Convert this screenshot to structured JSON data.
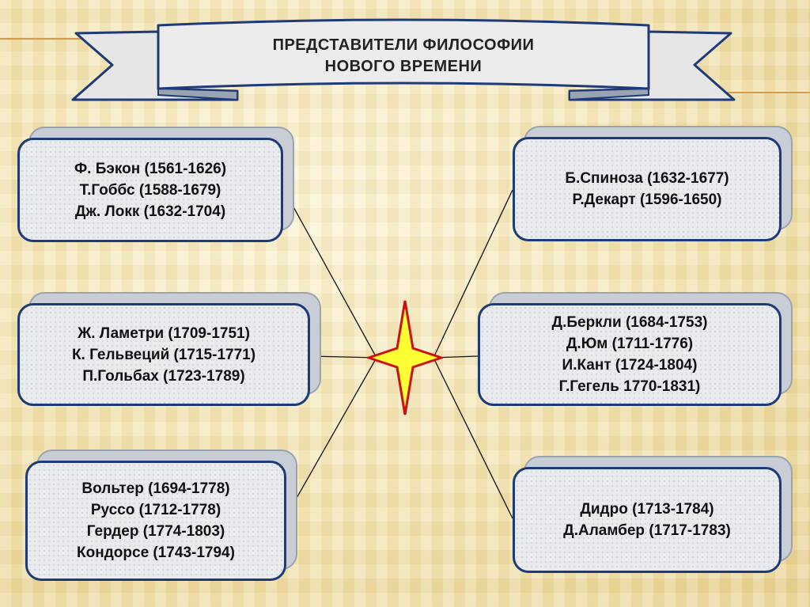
{
  "title": {
    "line1": "ПРЕДСТАВИТЕЛИ ФИЛОСОФИИ",
    "line2": "НОВОГО ВРЕМЕНИ"
  },
  "boxes": {
    "top_left": [
      "Ф. Бэкон (1561-1626)",
      "Т.Гоббс (1588-1679)",
      "Дж. Локк (1632-1704)"
    ],
    "middle_left": [
      "Ж. Ламетри (1709-1751)",
      "К. Гельвеций (1715-1771)",
      "П.Гольбах (1723-1789)"
    ],
    "bottom_left": [
      "Вольтер (1694-1778)",
      "Руссо (1712-1778)",
      "Гердер (1774-1803)",
      "Кондорсе (1743-1794)"
    ],
    "top_right": [
      "Б.Спиноза (1632-1677)",
      "Р.Декарт (1596-1650)"
    ],
    "middle_right": [
      "Д.Беркли (1684-1753)",
      "Д.Юм (1711-1776)",
      "И.Кант (1724-1804)",
      "Г.Гегель 1770-1831)"
    ],
    "bottom_right": [
      "Дидро (1713-1784)",
      "Д.Аламбер (1717-1783)"
    ]
  },
  "colors": {
    "box_border": "#1f3a78",
    "box_fill": "#e9ebee",
    "star_fill": "#ffff33",
    "star_stroke": "#cc1111",
    "accent_line": "#d89a4a"
  }
}
